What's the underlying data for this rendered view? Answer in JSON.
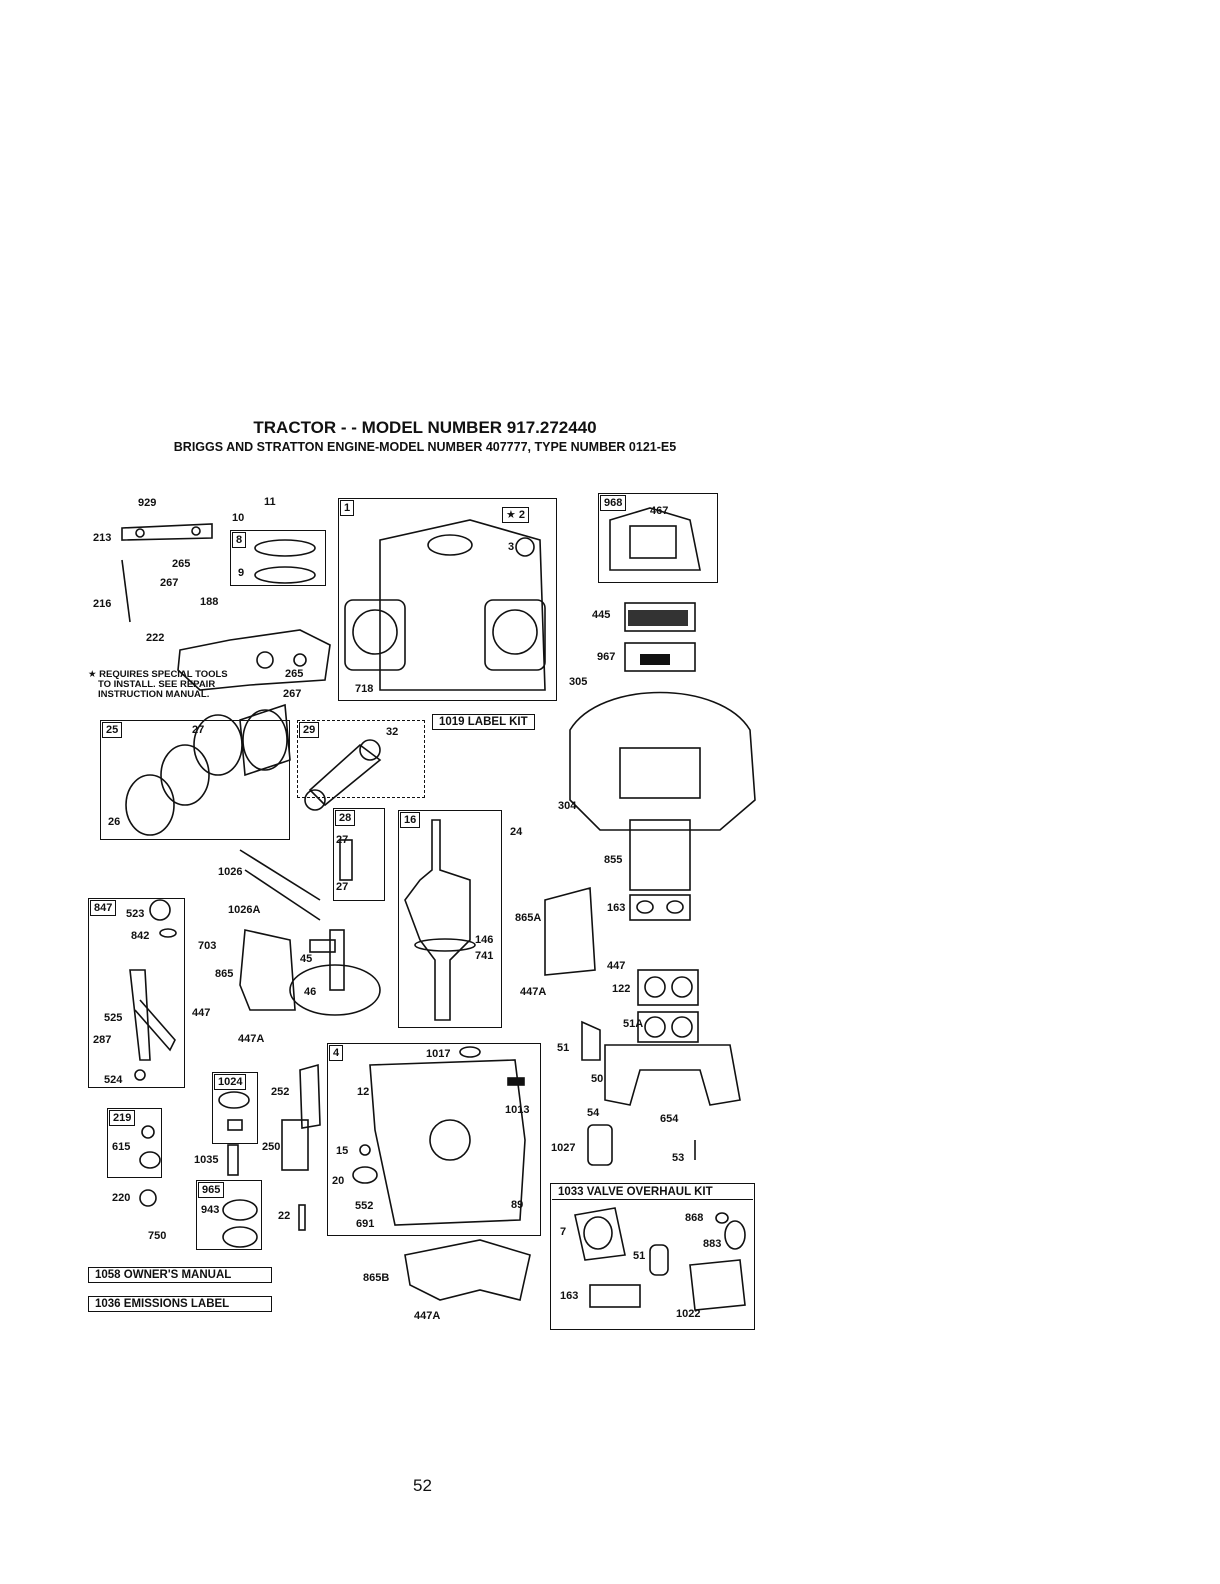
{
  "header": {
    "title": "TRACTOR - - MODEL NUMBER 917.272440",
    "subtitle": "BRIGGS AND STRATTON ENGINE-MODEL NUMBER 407777, TYPE NUMBER 0121-E5"
  },
  "note": {
    "star": "★",
    "line1": "REQUIRES SPECIAL TOOLS",
    "line2": "TO INSTALL. SEE REPAIR",
    "line3": "INSTRUCTION MANUAL."
  },
  "kits": {
    "label_kit": "1019 LABEL KIT",
    "valve_kit": "1033 VALVE OVERHAUL KIT",
    "owners_manual": "1058 OWNER'S MANUAL",
    "emissions_label": "1036 EMISSIONS LABEL"
  },
  "boxes": {
    "b1": "1",
    "b2": "★ 2",
    "b8": "8",
    "b25": "25",
    "b29": "29",
    "b28": "28",
    "b16": "16",
    "b847": "847",
    "b4": "4",
    "b1024": "1024",
    "b219": "219",
    "b965": "965",
    "b968": "968"
  },
  "labels": {
    "p929": "929",
    "p11": "11",
    "p10": "10",
    "p213": "213",
    "p265a": "265",
    "p267a": "267",
    "p216": "216",
    "p188": "188",
    "p222": "222",
    "p9": "9",
    "p3": "3",
    "p718": "718",
    "p265b": "265",
    "p267b": "267",
    "p27a": "27",
    "p26": "26",
    "p32": "32",
    "p27b": "27",
    "p27c": "27",
    "p24": "24",
    "p1026": "1026",
    "p1026a": "1026A",
    "p523": "523",
    "p842": "842",
    "p703": "703",
    "p865": "865",
    "p45": "45",
    "p46": "46",
    "p146": "146",
    "p741": "741",
    "p525": "525",
    "p287": "287",
    "p447a": "447",
    "p447a2": "447A",
    "p524": "524",
    "p1017": "1017",
    "p12": "12",
    "p1013": "1013",
    "p252": "252",
    "p250": "250",
    "p615": "615",
    "p1035": "1035",
    "p15": "15",
    "p20": "20",
    "p220": "220",
    "p943": "943",
    "p750": "750",
    "p22": "22",
    "p552": "552",
    "p691": "691",
    "p89": "89",
    "p865b": "865B",
    "p447a3": "447A",
    "p467": "467",
    "p445": "445",
    "p967": "967",
    "p305": "305",
    "p304": "304",
    "p855": "855",
    "p163a": "163",
    "p865a": "865A",
    "p447b": "447",
    "p122": "122",
    "p447a4": "447A",
    "p51a": "51A",
    "p51": "51",
    "p50": "50",
    "p54": "54",
    "p654": "654",
    "p1027": "1027",
    "p53": "53",
    "p7": "7",
    "p868": "868",
    "p883": "883",
    "p51b": "51",
    "p163b": "163",
    "p1022": "1022"
  },
  "page_number": "52"
}
